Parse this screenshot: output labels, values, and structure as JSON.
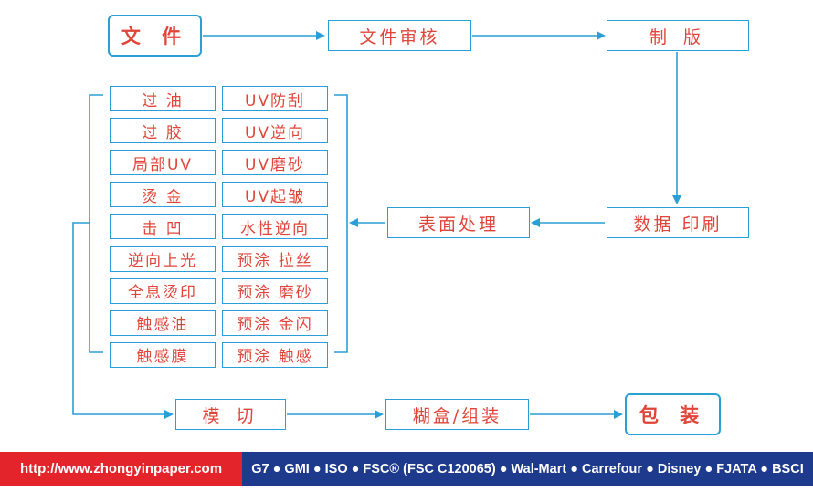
{
  "flow": {
    "file": "文 件",
    "file_review": "文件审核",
    "plate_making": "制  版",
    "digital_print": "数据 印刷",
    "surface_treatment": "表面处理",
    "die_cut": "模  切",
    "glue_assembly": "糊盒/组装",
    "packing": "包  装"
  },
  "surface_options_left": [
    "过  油",
    "过  胶",
    "局部UV",
    "烫  金",
    "击  凹",
    "逆向上光",
    "全息烫印",
    "触感油",
    "触感膜"
  ],
  "surface_options_right": [
    "UV防刮",
    "UV逆向",
    "UV磨砂",
    "UV起皱",
    "水性逆向",
    "预涂 拉丝",
    "预涂 磨砂",
    "预涂 金闪",
    "预涂 触感"
  ],
  "footer": {
    "url": "http://www.zhongyinpaper.com",
    "certifications": "G7 ● GMI ● ISO ● FSC® (FSC C120065) ● Wal-Mart ● Carrefour ● Disney ● FJATA ● BSCI"
  },
  "colors": {
    "line": "#2a9fd6",
    "text": "#e0453a",
    "url_bg": "#e3252b",
    "certs_bg": "#1e3a8c"
  }
}
